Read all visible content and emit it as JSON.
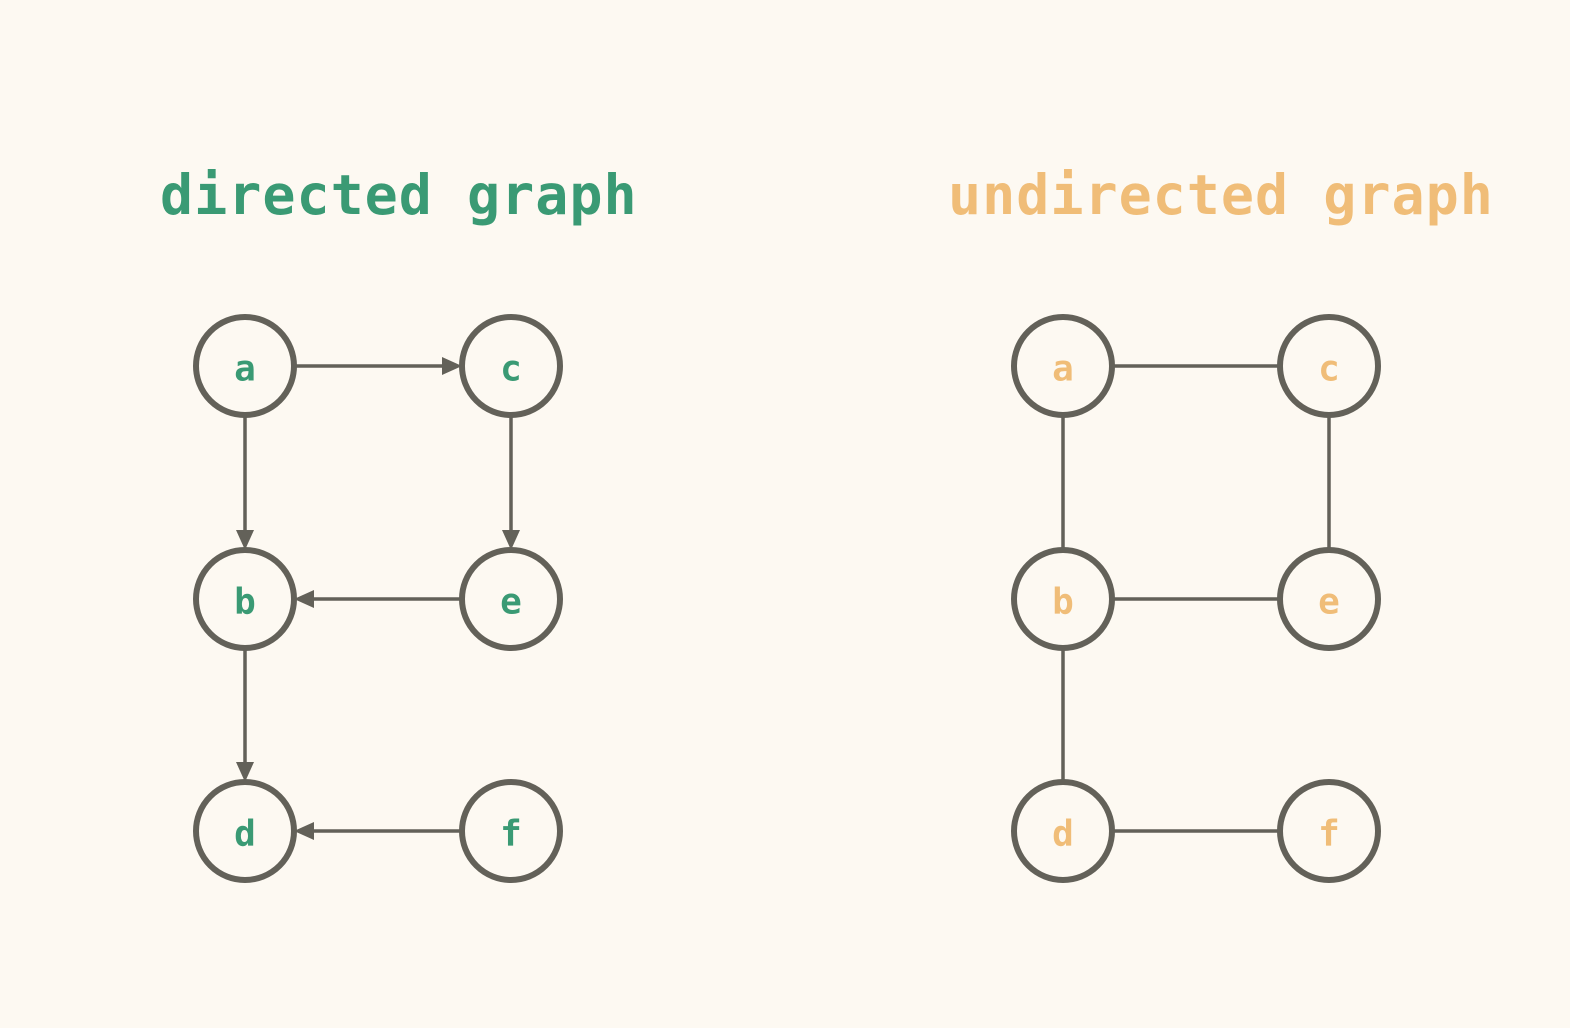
{
  "directed": {
    "title": "directed graph",
    "color": "#3a9a74",
    "nodes": [
      "a",
      "b",
      "c",
      "d",
      "e",
      "f"
    ],
    "edges": [
      {
        "from": "a",
        "to": "c"
      },
      {
        "from": "a",
        "to": "b"
      },
      {
        "from": "c",
        "to": "e"
      },
      {
        "from": "e",
        "to": "b"
      },
      {
        "from": "b",
        "to": "d"
      },
      {
        "from": "f",
        "to": "d"
      }
    ]
  },
  "undirected": {
    "title": "undirected graph",
    "color": "#f0bd78",
    "nodes": [
      "a",
      "b",
      "c",
      "d",
      "e",
      "f"
    ],
    "edges": [
      {
        "from": "a",
        "to": "c"
      },
      {
        "from": "a",
        "to": "b"
      },
      {
        "from": "c",
        "to": "e"
      },
      {
        "from": "b",
        "to": "e"
      },
      {
        "from": "b",
        "to": "d"
      },
      {
        "from": "d",
        "to": "f"
      }
    ]
  }
}
